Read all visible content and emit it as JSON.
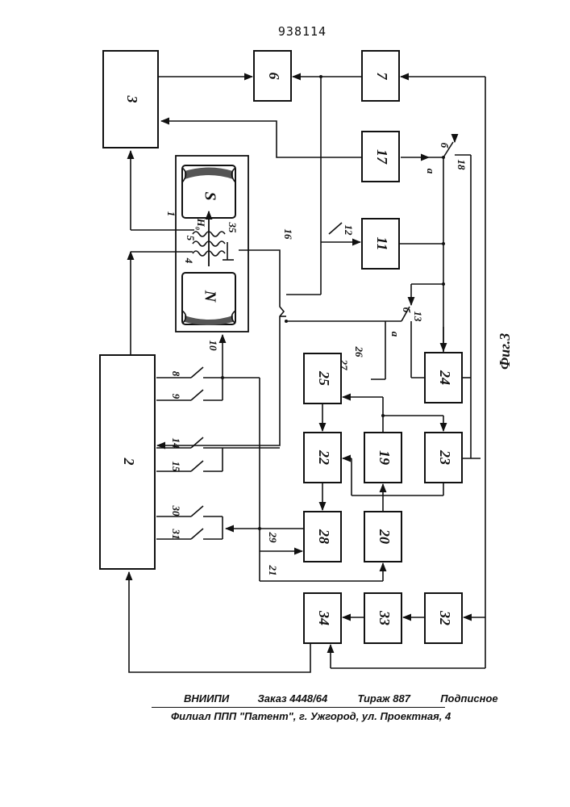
{
  "document_number": "938114",
  "figure_label": "Фиг.3",
  "footer": {
    "org": "ВНИИПИ",
    "order": "Заказ 4448/64",
    "circulation": "Тираж 887",
    "subscription": "Подписное",
    "branch": "Филиал ППП \"Патент\", г. Ужгород, ул. Проектная, 4"
  },
  "magnet": {
    "left_pole": "N",
    "right_pole": "S"
  },
  "blocks": [
    "2",
    "3",
    "6",
    "7",
    "11",
    "17",
    "19",
    "20",
    "22",
    "23",
    "24",
    "25",
    "28",
    "32",
    "33",
    "34"
  ],
  "labels": [
    "1",
    "4",
    "5",
    "8",
    "9",
    "10",
    "12",
    "13",
    "14",
    "15",
    "16",
    "18",
    "21",
    "26",
    "27",
    "29",
    "30",
    "31",
    "35",
    "H₀"
  ],
  "switch_terminals": [
    "а",
    "б"
  ]
}
